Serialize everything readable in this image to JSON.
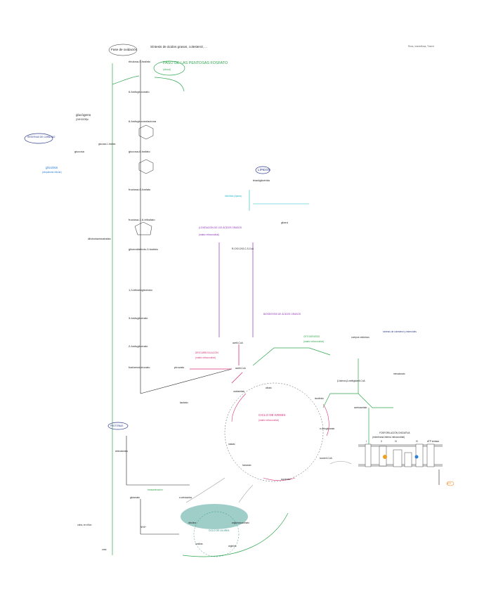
{
  "top_right_note": "Rosa, maravillosa, Tiranía",
  "glycolysis": {
    "header_left": "Fase de oxidación",
    "header_right": "Síntesis de ácidos grasos, colesterol, ...",
    "ppp_title": "PASO DE LAS PENTOSAS FOSFATO",
    "ppp_sub": "(citosol)",
    "metabolites": [
      "ribulosa-5-fosfato",
      "6-fosfogluconato",
      "6-fosfogluconolactona",
      "glucosa-6-fosfato",
      "glucosa",
      "fructosa-6-fosfato",
      "fructosa-1,6-bifosfato",
      "gliceraldehído-3-fosfato",
      "1,3-bifosfoglicerato",
      "3-fosfoglicerato",
      "2-fosfoglicerato",
      "fosfoenolpiruvato",
      "piruvato",
      "lactato"
    ],
    "glycogen": "glucógeno",
    "glycogen_formula": "(C6H10O5)n",
    "glucose_1p": "glucosa-1-fosfato",
    "reservas": "RESERVAS DE CARBONO",
    "glicolisis": "glicolisis",
    "glicolisis_sub": "(citoplasma celular)",
    "dhap": "dihidroxiacetonafosfato"
  },
  "lipids": {
    "title": "LÍPIDOS",
    "triglyceride": "triacilglicérido",
    "lipasa": "hidrólisis (lipasa)",
    "beta_ox_title": "β-OXIDACIÓN DE LOS ÁCIDOS GRASOS",
    "beta_ox_sub": "(matriz mitocondrial)",
    "acylcoa": "R-CH2-CH2-C-S-CoA",
    "acetylcoa_beta": "acetil-CoA",
    "sintesis_fa": "BIOSÍNTESIS DE ÁCIDOS GRASOS",
    "glycerol": "glicerol"
  },
  "center": {
    "decarb_title": "DESCARBOXILACIÓN",
    "decarb_sub": "(matriz mitocondrial)",
    "acetylcoa": "acetil-CoA",
    "cetogenesis": "CETOGÉNESIS",
    "cetogenesis_sub": "(matriz mitocondrial)",
    "cetonicos": "cuerpos cetónicos",
    "colesterol": "síntesis de colesterol y esteroides",
    "mevalonato": "mevalonato",
    "acetoacetato": "acetoacetato",
    "hmgcoa": "β-hidroxi-β-metilglutaril-CoA"
  },
  "krebs": {
    "title": "CICLO DE KREBS",
    "sub": "(matriz mitocondrial)",
    "metabolites": [
      "citrato",
      "isocitrato",
      "α-cetoglutarato",
      "succinil-CoA",
      "succinato",
      "fumarato",
      "malato",
      "oxalacetato"
    ]
  },
  "protein": {
    "title": "PROTEÍNAS",
    "aminoacids": "aminoácidos",
    "glutamato": "glutamato",
    "alfa_ceto": "α-cetoácidos",
    "transaminacion": "transaminación",
    "amonio": "NH4+",
    "urea": "urea",
    "orina": "orina, en riñón",
    "urea_cycle": "CICLO DE LA UREA",
    "ornitina": "ornitina",
    "citrulina": "citrulina",
    "arginina": "arginina",
    "argininosuccinato": "argininosuccinato"
  },
  "etc": {
    "title": "FOSFORILACIÓN OXIDATIVA",
    "sub": "(membrana interna mitocondrial)",
    "complexes": [
      "I",
      "II",
      "III",
      "IV"
    ],
    "atp_synthase": "ATP sintasa",
    "atp": "ATP"
  }
}
